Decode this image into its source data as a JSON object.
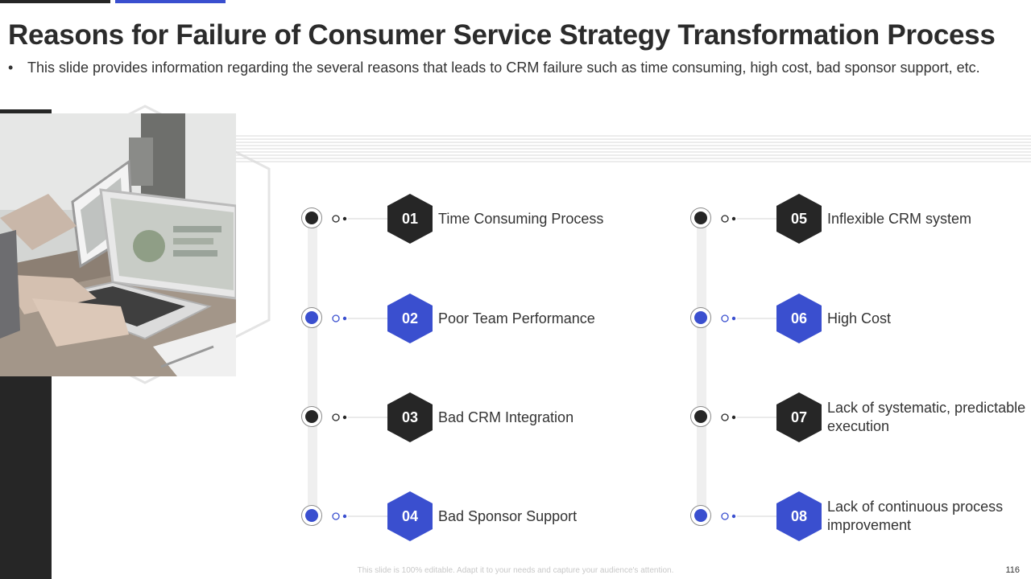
{
  "slide": {
    "title": "Reasons for Failure of Consumer Service Strategy Transformation Process",
    "bullet_symbol": "•",
    "description": "This slide provides information regarding the several reasons that leads to CRM failure such as time consuming,  high cost, bad sponsor support, etc.",
    "footer_note": "This slide is 100% editable. Adapt it to your needs and capture your audience's attention.",
    "page_number": "116"
  },
  "colors": {
    "dark": "#262626",
    "blue": "#3a4fcf"
  },
  "left_column": [
    {
      "number": "01",
      "label": "Time Consuming Process",
      "color": "dark"
    },
    {
      "number": "02",
      "label": "Poor Team Performance",
      "color": "blue"
    },
    {
      "number": "03",
      "label": "Bad CRM Integration",
      "color": "dark"
    },
    {
      "number": "04",
      "label": "Bad Sponsor Support",
      "color": "blue"
    }
  ],
  "right_column": [
    {
      "number": "05",
      "label": "Inflexible CRM system",
      "color": "dark"
    },
    {
      "number": "06",
      "label": "High Cost",
      "color": "blue"
    },
    {
      "number": "07",
      "label": "Lack of systematic, predictable execution",
      "color": "dark"
    },
    {
      "number": "08",
      "label": "Lack of continuous process improvement",
      "color": "blue"
    }
  ]
}
